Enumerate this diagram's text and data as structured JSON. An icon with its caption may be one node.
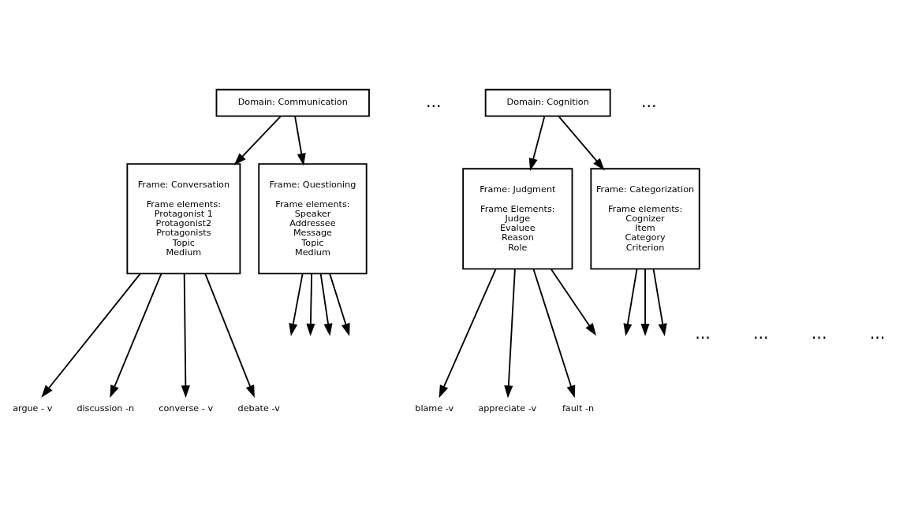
{
  "diagram": {
    "nodes": [
      {
        "text": [
          "Domain: Communication"
        ]
      },
      {
        "text": [
          "Domain: Cognition"
        ]
      },
      {
        "text": [
          "Frame: Conversation",
          "Frame elements:",
          "Protagonist 1",
          "Protagonist2",
          "Protagonists",
          "Topic",
          "Medium"
        ]
      },
      {
        "text": [
          "Frame: Questioning",
          "Frame elements:",
          "Speaker",
          "Addressee",
          "Message",
          "Topic",
          "Medium"
        ]
      },
      {
        "text": [
          "Frame: Judgment",
          "Frame Elements:",
          "Judge",
          "Evaluee",
          "Reason",
          "Role"
        ]
      },
      {
        "text": [
          "Frame: Categorization",
          "Frame elements:",
          "Cognizer",
          "Item",
          "Category",
          "Criterion"
        ]
      },
      {
        "text": [
          "argue - v"
        ]
      },
      {
        "text": [
          "discussion -n"
        ]
      },
      {
        "text": [
          "converse - v"
        ]
      },
      {
        "text": [
          "debate -v"
        ]
      },
      {
        "text": [
          "blame -v"
        ]
      },
      {
        "text": [
          "appreciate -v"
        ]
      },
      {
        "text": [
          "fault -n"
        ]
      }
    ],
    "edges": [
      {
        "from": 0,
        "to": 2,
        "arrow": "to"
      },
      {
        "from": 0,
        "to": 3,
        "arrow": "to"
      },
      {
        "from": 1,
        "to": 4,
        "arrow": "to"
      },
      {
        "from": 1,
        "to": 5,
        "arrow": "to"
      },
      {
        "from": 2,
        "to": 6,
        "arrow": "to"
      },
      {
        "from": 2,
        "to": 7,
        "arrow": "to"
      },
      {
        "from": 2,
        "to": 8,
        "arrow": "to"
      },
      {
        "from": 2,
        "to": 9,
        "arrow": "to"
      },
      {
        "from": 3,
        "to": null,
        "arrow": "to"
      },
      {
        "from": 3,
        "to": null,
        "arrow": "to"
      },
      {
        "from": 3,
        "to": null,
        "arrow": "to"
      },
      {
        "from": 3,
        "to": null,
        "arrow": "to"
      },
      {
        "from": 4,
        "to": 10,
        "arrow": "to"
      },
      {
        "from": 4,
        "to": 11,
        "arrow": "to"
      },
      {
        "from": 4,
        "to": 12,
        "arrow": "to"
      },
      {
        "from": 4,
        "to": null,
        "arrow": "to"
      },
      {
        "from": 5,
        "to": null,
        "arrow": "to"
      },
      {
        "from": 5,
        "to": null,
        "arrow": "to"
      },
      {
        "from": 5,
        "to": null,
        "arrow": "to"
      }
    ],
    "labels": [
      "...",
      "...",
      "...",
      "...",
      "...",
      "..."
    ]
  }
}
